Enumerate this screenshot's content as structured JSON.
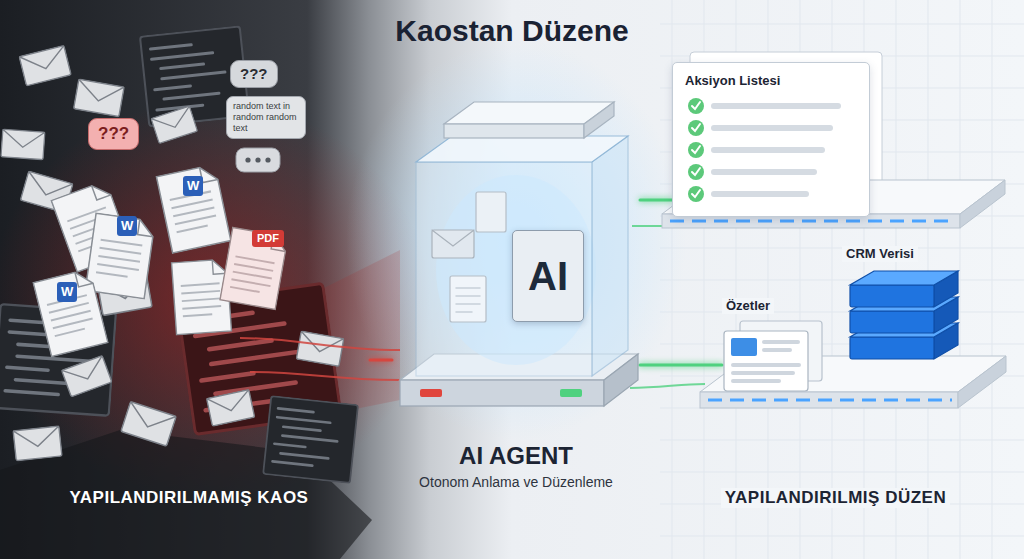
{
  "diagram": {
    "title": "Kaostan Düzene",
    "nodes": [
      {
        "text": [
          "YAPILANDIRILMAMIŞ KAOS"
        ]
      },
      {
        "text": [
          "???"
        ],
        "in": 0
      },
      {
        "text": [
          "random text in random random text"
        ],
        "in": 0
      },
      {
        "text": [
          "???"
        ],
        "in": 0
      },
      {
        "text": [
          "W"
        ],
        "in": 0
      },
      {
        "text": [
          "W"
        ],
        "in": 0
      },
      {
        "text": [
          "PDF"
        ],
        "in": 0
      },
      {
        "text": [
          "W"
        ],
        "in": 0
      },
      {
        "text": [
          "AI AGENT",
          "Otonom Anlama ve Düzenleme"
        ]
      },
      {
        "text": [
          "AI"
        ],
        "in": 8
      },
      {
        "text": [
          "YAPILANDIRILMIŞ DÜZEN"
        ]
      },
      {
        "text": [
          "Aksiyon Listesi"
        ],
        "in": 10
      },
      {
        "text": [
          "Özetler"
        ],
        "in": 10
      },
      {
        "text": [
          "CRM Verisi"
        ],
        "in": 10
      }
    ],
    "edges": [
      {
        "from": 0,
        "to": 8,
        "arrow": "none"
      },
      {
        "from": 8,
        "to": 11,
        "arrow": "none"
      },
      {
        "from": 8,
        "to": 12,
        "arrow": "none"
      }
    ]
  }
}
